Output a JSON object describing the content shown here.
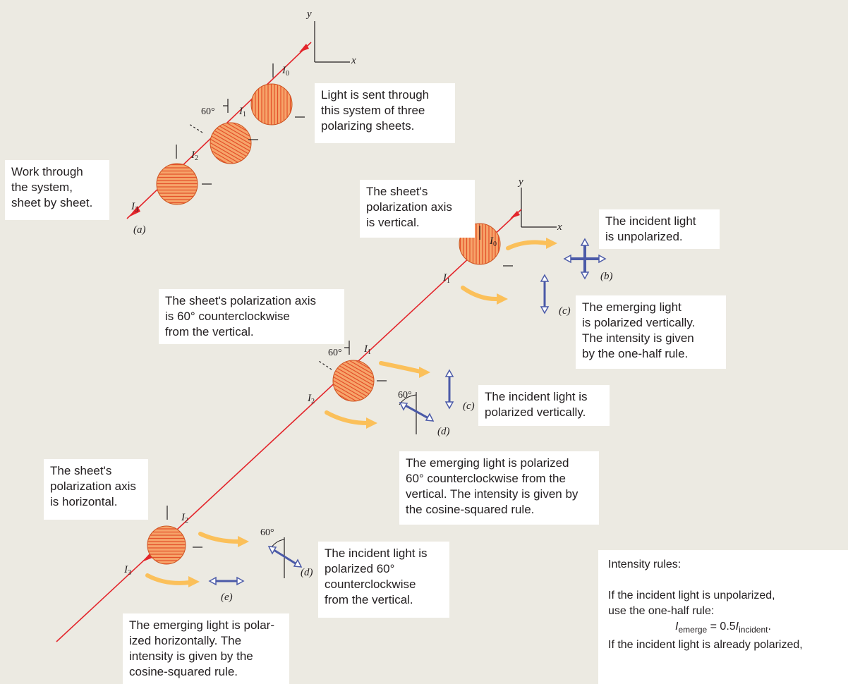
{
  "labels": {
    "y": "y",
    "x": "x",
    "I0": "0",
    "I1": "1",
    "I2": "2",
    "I3": "3",
    "I": "I",
    "a": "(a)",
    "b": "(b)",
    "c": "(c)",
    "d": "(d)",
    "e": "(e)",
    "angle": "60°"
  },
  "callouts": {
    "system": "Light is sent through\nthis system of three\npolarizing sheets.",
    "work": "Work through\nthe system,\nsheet by sheet.",
    "sheet1_axis": "The sheet's\npolarization axis\nis vertical.",
    "unpolarized": "The incident light\nis unpolarized.",
    "sheet2_axis": "The sheet's polarization axis\nis 60° counterclockwise\nfrom the vertical.",
    "emerging_vertical": "The emerging light\nis polarized vertically.\nThe intensity is given\nby the one-half rule.",
    "incident_vertical": "The incident light is\npolarized vertically.",
    "emerging_60": "The emerging light is polarized\n60° counterclockwise from the\nvertical. The intensity is given by\nthe cosine-squared rule.",
    "sheet3_axis": "The sheet's\npolarization axis\nis horizontal.",
    "incident_60": "The incident light is\npolarized 60°\ncounterclockwise\nfrom the vertical.",
    "emerging_horizontal": "The emerging light is polar-\nized horizontally. The\nintensity is given by the\ncosine-squared rule."
  },
  "rules": {
    "heading": "Intensity rules:",
    "unpolarized_line1": "If the incident light is unpolarized,",
    "unpolarized_line2": "use the one-half rule:",
    "eq_I": "I",
    "eq_sub1": "emerge",
    "eq_mid": " = 0.5",
    "eq_sub2": "incident",
    "eq_end": ".",
    "polarized_line": "If the incident light is already polarized,"
  },
  "colors": {
    "background": "#eceae2",
    "beam": "#e3252b",
    "sheet_fill": "#f6a46a",
    "sheet_hatch": "#e4502a",
    "flow_arrow": "#fbc05a",
    "polarization_arrow": "#4b5aa8"
  }
}
